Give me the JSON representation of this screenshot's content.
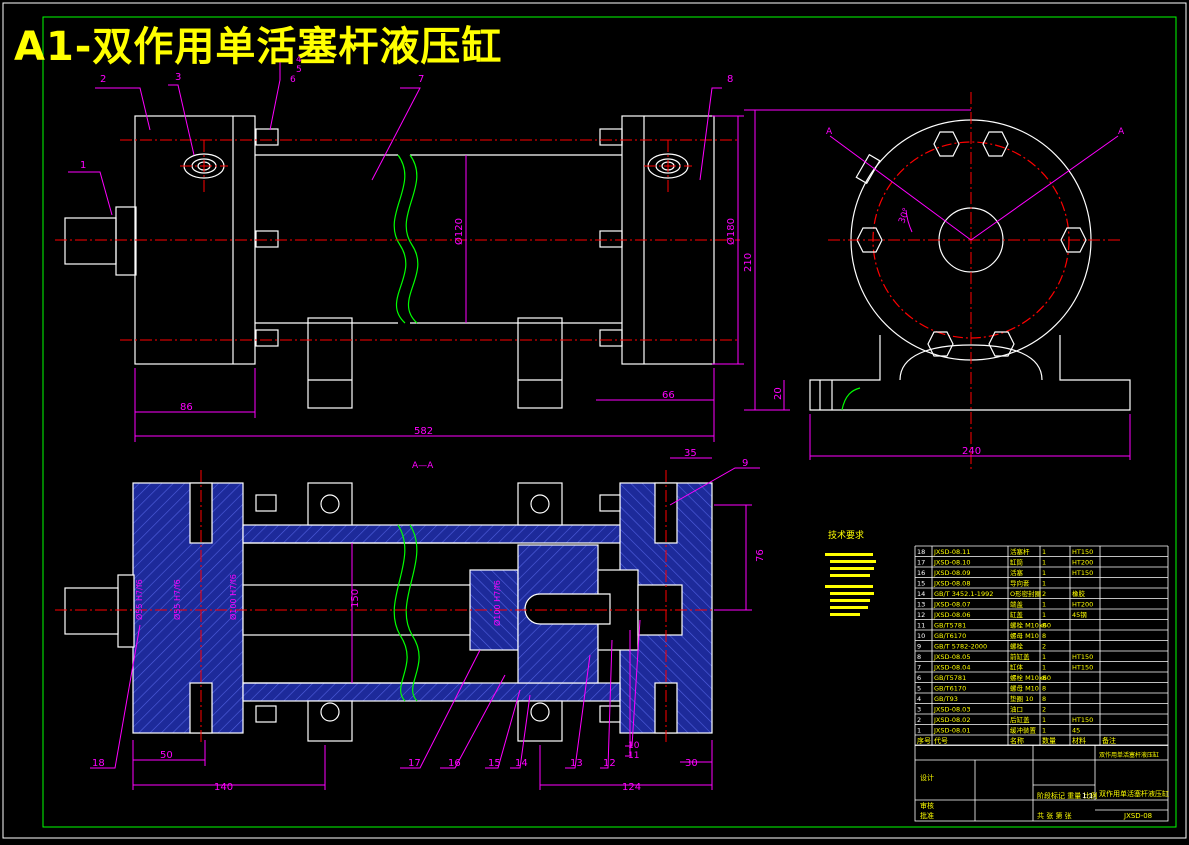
{
  "title": "A1-双作用单活塞杆液压缸",
  "section_label": "A—A",
  "tech_req_title": "技术要求",
  "callouts": [
    "1",
    "2",
    "3",
    "4",
    "5",
    "6",
    "7",
    "8",
    "9",
    "10",
    "11",
    "12",
    "13",
    "14",
    "15",
    "16",
    "17",
    "18"
  ],
  "dims": {
    "d86": "86",
    "d66": "66",
    "d582": "582",
    "d210": "210",
    "d20": "20",
    "d240": "240",
    "d35": "35",
    "d76": "76",
    "d150": "150",
    "d50": "50",
    "d140": "140",
    "d124": "124",
    "d30": "30",
    "phi120": "Ø120",
    "phi180": "Ø180",
    "angle30": "30°",
    "fit1": "Ø55 H7/f6",
    "fit2": "Ø55 H7/f6",
    "fit3": "Ø100 H7/f6",
    "fit4": "Ø100 H7/f6"
  },
  "bom_rows": [
    {
      "no": "18",
      "code": "JXSD-08.11",
      "name": "活塞杆",
      "qty": "1",
      "mat": "HT150"
    },
    {
      "no": "17",
      "code": "JXSD-08.10",
      "name": "缸筒",
      "qty": "1",
      "mat": "HT200"
    },
    {
      "no": "16",
      "code": "JXSD-08.09",
      "name": "活塞",
      "qty": "1",
      "mat": "HT150"
    },
    {
      "no": "15",
      "code": "JXSD-08.08",
      "name": "导向套",
      "qty": "1",
      "mat": ""
    },
    {
      "no": "14",
      "code": "GB/T 3452.1-1992",
      "name": "O形密封圈",
      "qty": "2",
      "mat": "橡胶"
    },
    {
      "no": "13",
      "code": "JXSD-08.07",
      "name": "端盖",
      "qty": "1",
      "mat": "HT200"
    },
    {
      "no": "12",
      "code": "JXSD-08.06",
      "name": "缸盖",
      "qty": "1",
      "mat": "45钢"
    },
    {
      "no": "11",
      "code": "GB/T5781",
      "name": "螺栓 M10x60",
      "qty": "8",
      "mat": ""
    },
    {
      "no": "10",
      "code": "GB/T6170",
      "name": "螺母 M10",
      "qty": "8",
      "mat": ""
    },
    {
      "no": "9",
      "code": "GB/T 5782-2000",
      "name": "螺栓",
      "qty": "2",
      "mat": ""
    },
    {
      "no": "8",
      "code": "JXSD-08.05",
      "name": "前缸盖",
      "qty": "1",
      "mat": "HT150"
    },
    {
      "no": "7",
      "code": "JXSD-08.04",
      "name": "缸体",
      "qty": "1",
      "mat": "HT150"
    },
    {
      "no": "6",
      "code": "GB/T5781",
      "name": "螺栓 M10x60",
      "qty": "8",
      "mat": ""
    },
    {
      "no": "5",
      "code": "GB/T6170",
      "name": "螺母 M10",
      "qty": "8",
      "mat": ""
    },
    {
      "no": "4",
      "code": "GB/T93",
      "name": "垫圈 10",
      "qty": "8",
      "mat": ""
    },
    {
      "no": "3",
      "code": "JXSD-08.03",
      "name": "油口",
      "qty": "2",
      "mat": ""
    },
    {
      "no": "2",
      "code": "JXSD-08.02",
      "name": "后缸盖",
      "qty": "1",
      "mat": "HT150"
    },
    {
      "no": "1",
      "code": "JXSD-08.01",
      "name": "缓冲装置",
      "qty": "1",
      "mat": "45"
    }
  ],
  "bom_header": {
    "no": "序号",
    "code": "代号",
    "name": "名称",
    "qty": "数量",
    "mat": "材料",
    "note": "备注"
  },
  "title_block": {
    "drawing_name": "双作用单活塞杆液压缸",
    "scale": "1:1",
    "drawing_no": "JXSD-08",
    "col_labels": "阶段标记 重量 比例",
    "sheet_text": "共 张 第 张",
    "design": "设计",
    "review": "审核",
    "approve": "批准"
  },
  "colors": {
    "line": "#ffffff",
    "accent": "#ffff00",
    "dim": "#ff00ff",
    "center": "#ff0000",
    "hatch": "#2222cc",
    "break": "#00ff00"
  }
}
